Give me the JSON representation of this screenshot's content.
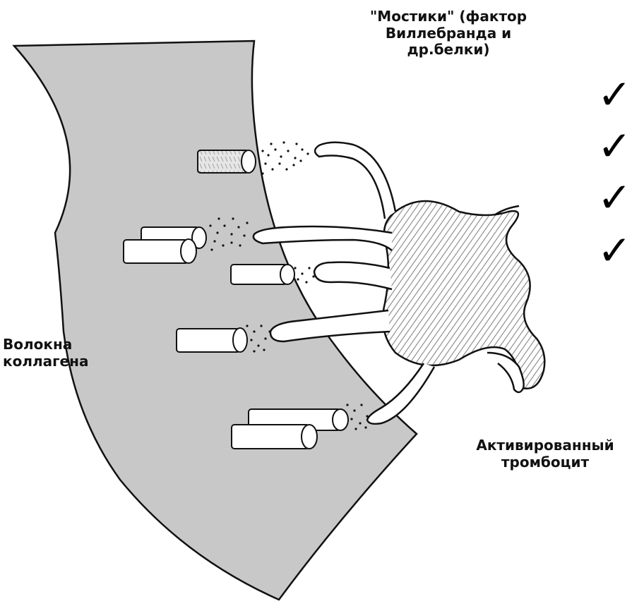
{
  "labels": {
    "bridges": [
      "\"Мостики\" (фактор",
      "Виллебранда и",
      "др.белки)"
    ],
    "collagen": [
      "Волокна",
      "коллагена"
    ],
    "platelet": [
      "Активированный",
      "тромбоцит"
    ]
  },
  "checkmarks": [
    "✓",
    "✓",
    "✓",
    "✓"
  ],
  "colors": {
    "vessel_wall": "#c8c8c8",
    "ink": "#111111",
    "background": "#ffffff"
  }
}
